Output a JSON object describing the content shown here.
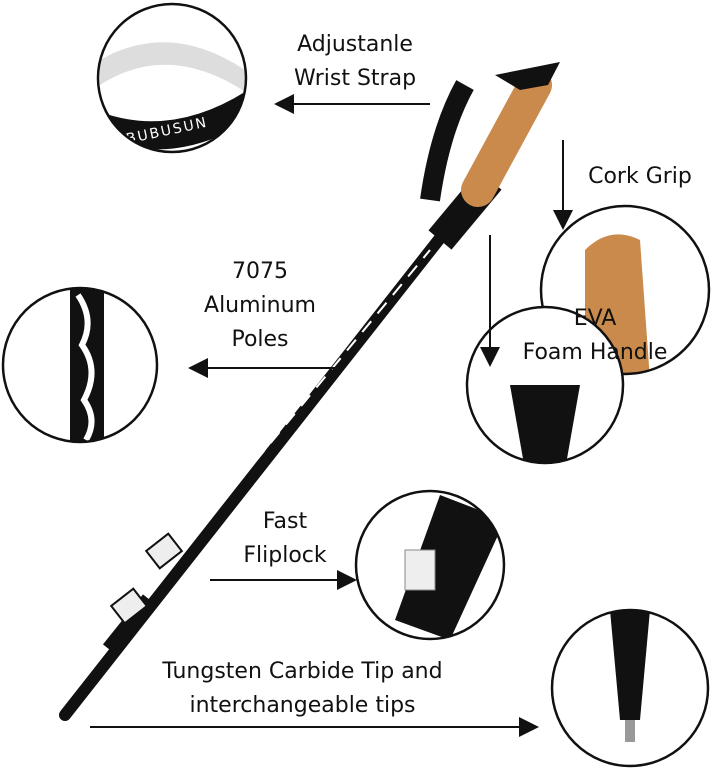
{
  "strap_brand": "BUBUSUN",
  "labels": {
    "wrist_strap": [
      "Adjustanle",
      "Wrist Strap"
    ],
    "cork_grip": "Cork Grip",
    "poles": [
      "7075",
      "Aluminum",
      "Poles"
    ],
    "eva": [
      "EVA",
      "Foam Handle"
    ],
    "fliplock": [
      "Fast",
      "Fliplock"
    ],
    "tip": [
      "Tungsten Carbide Tip and",
      "interchangeable tips"
    ]
  },
  "colors": {
    "cork": "#c98a4b",
    "pole": "#111111",
    "accent": "#ffffff"
  }
}
